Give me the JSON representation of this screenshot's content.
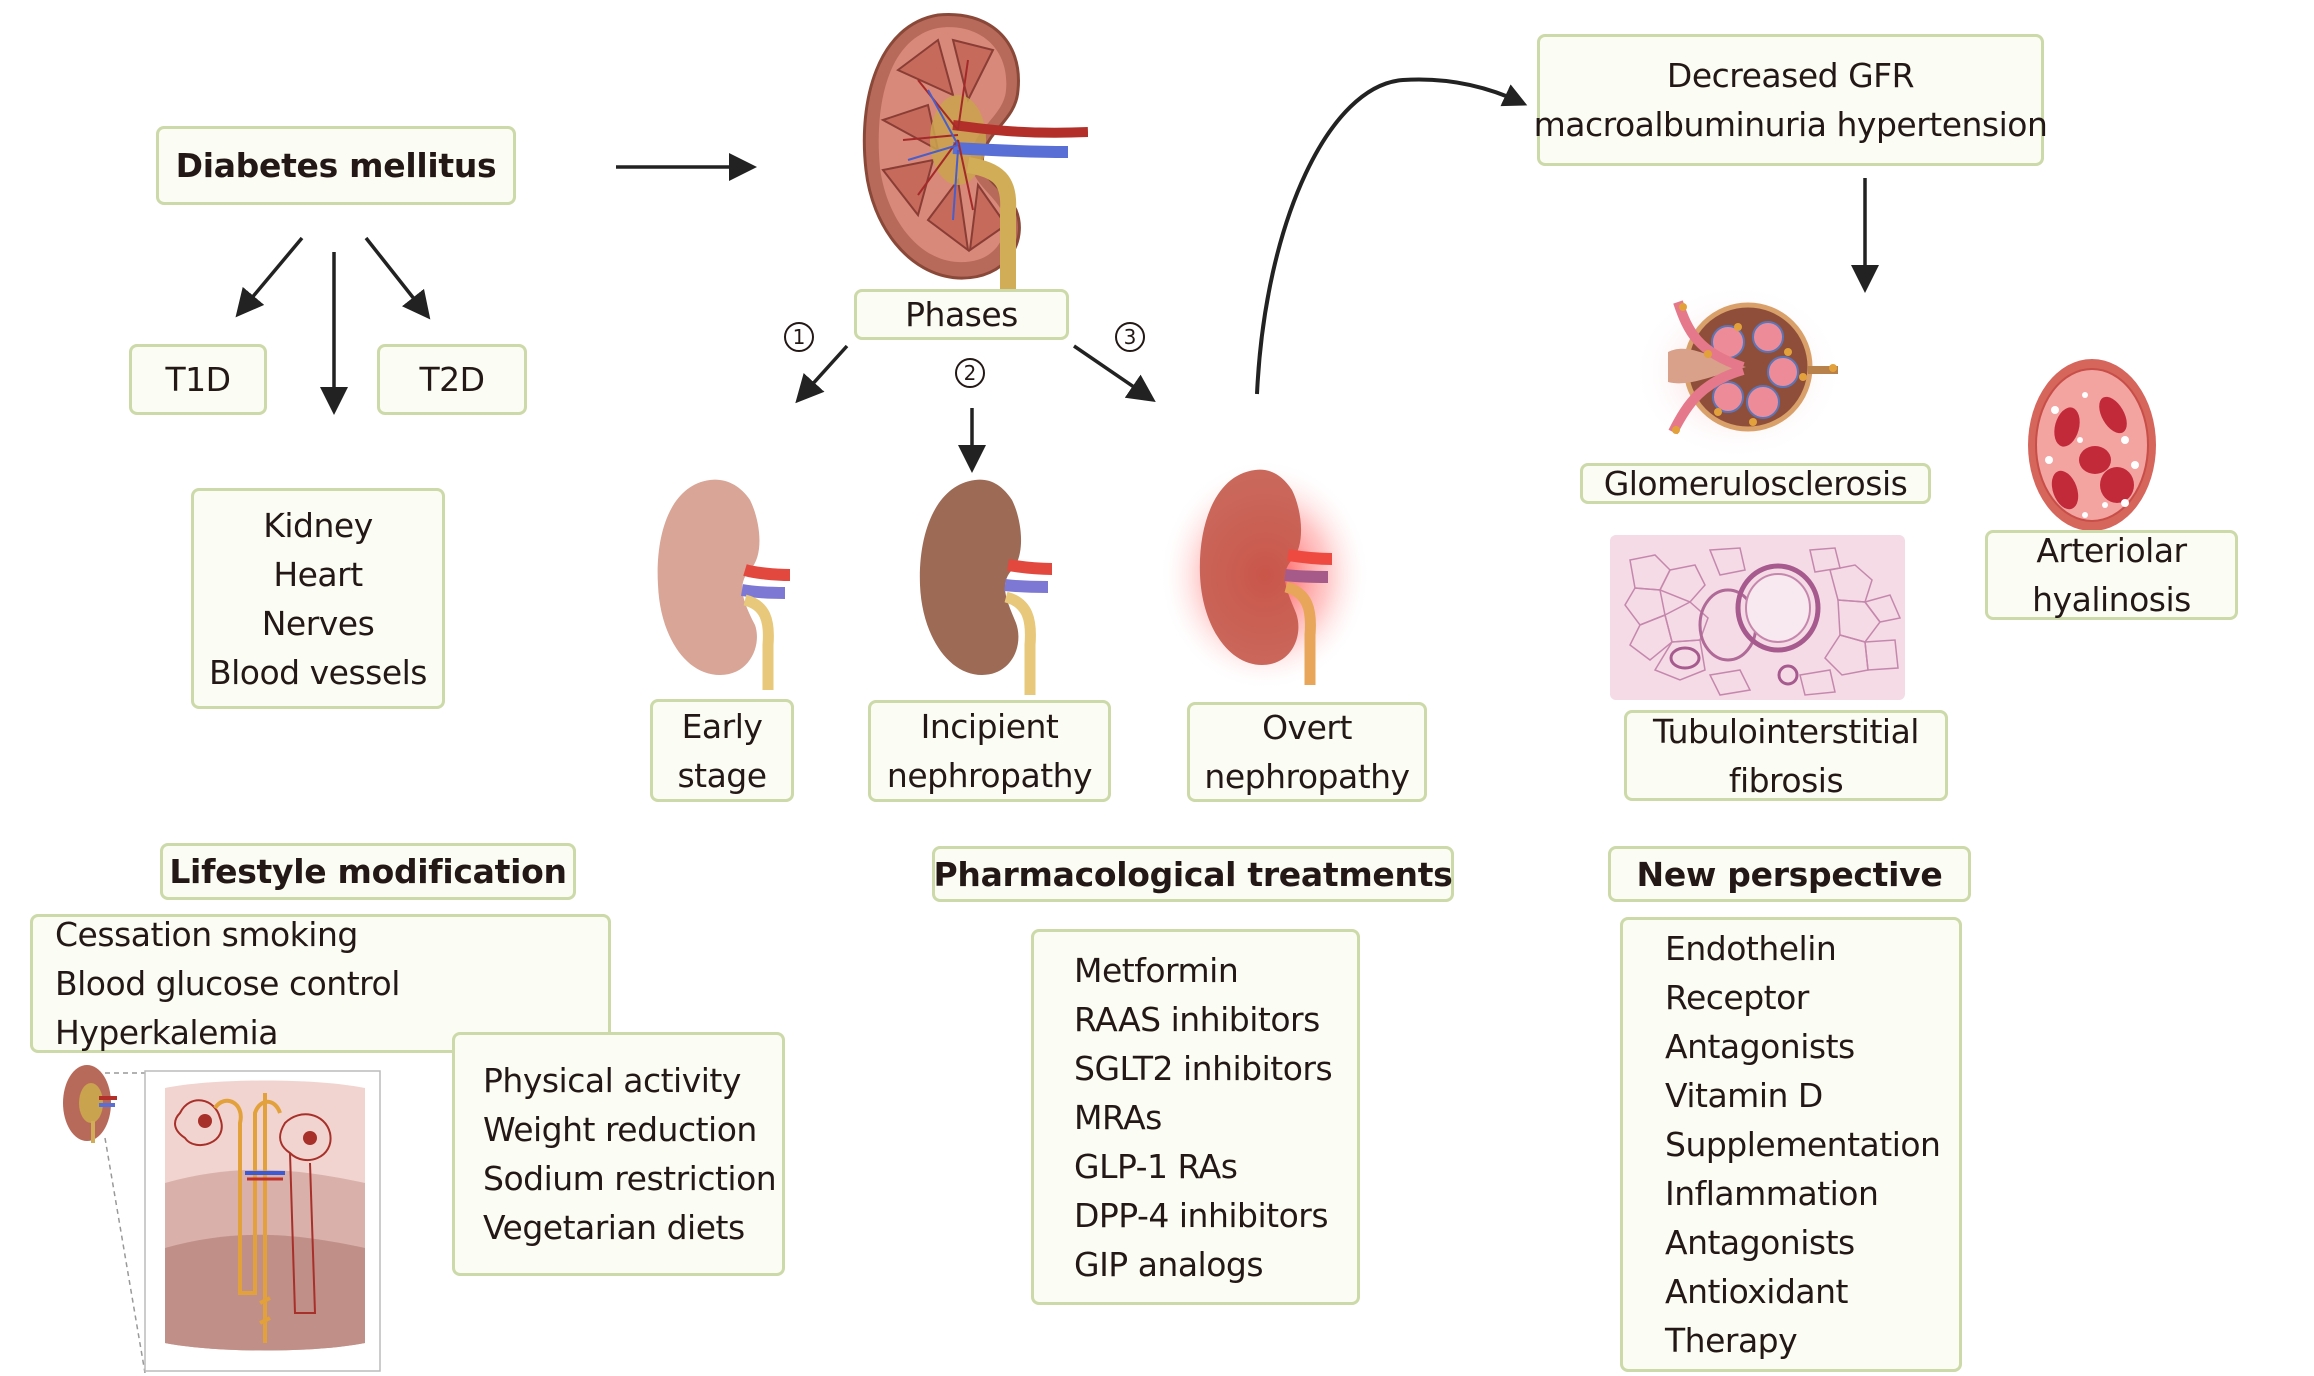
{
  "root": {
    "title": "Diabetes mellitus"
  },
  "types": {
    "t1d": "T1D",
    "t2d": "T2D"
  },
  "affected_organs": [
    "Kidney",
    "Heart",
    "Nerves",
    "Blood vessels"
  ],
  "phases": {
    "label": "Phases",
    "markers": [
      "①",
      "②",
      "③"
    ],
    "stages": [
      {
        "line1": "Early",
        "line2": "stage"
      },
      {
        "line1": "Incipient",
        "line2": "nephropathy"
      },
      {
        "line1": "Overt",
        "line2": "nephropathy"
      }
    ]
  },
  "outcome": {
    "line1": "Decreased GFR",
    "line2": "macroalbuminuria hypertension"
  },
  "pathology": {
    "glomerulosclerosis": "Glomerulosclerosis",
    "tubulointerstitial": {
      "line1": "Tubulointerstitial",
      "line2": "fibrosis"
    },
    "arteriolar": {
      "line1": "Arteriolar",
      "line2": "hyalinosis"
    }
  },
  "lifestyle": {
    "title": "Lifestyle modification",
    "list_a": [
      "Cessation smoking",
      "Blood glucose control",
      "Hyperkalemia"
    ],
    "list_b": [
      "Physical activity",
      "Weight reduction",
      "Sodium restriction",
      "Vegetarian diets"
    ]
  },
  "pharmacological": {
    "title": "Pharmacological treatments",
    "items": [
      "Metformin",
      "RAAS inhibitors",
      "SGLT2 inhibitors",
      "MRAs",
      "GLP-1 RAs",
      "DPP-4 inhibitors",
      "GIP analogs"
    ]
  },
  "new_perspective": {
    "title": "New perspective",
    "items": [
      "Endothelin",
      "Receptor",
      "Antagonists",
      "Vitamin D",
      "Supplementation",
      "Inflammation",
      "Antagonists",
      "Antioxidant",
      "Therapy"
    ]
  },
  "colors": {
    "box_fill": "#fbfcf3",
    "box_border": "#ccd9a8",
    "text": "#231816",
    "arrow": "#222222"
  }
}
